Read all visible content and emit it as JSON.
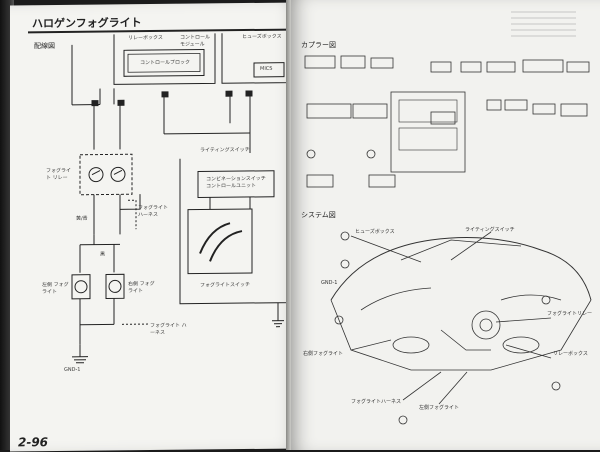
{
  "left_page": {
    "title": "ハロゲンフォグライト",
    "section_label": "配線図",
    "page_number": "2-96",
    "labels": {
      "relay_box": "リレーボックス",
      "control_module": "コントロール モジュール",
      "control_block": "コントロールブロック",
      "fuse_box": "ヒューズボックス",
      "lighting_switch": "ライティングスイッチ",
      "combination_switch_unit": "コンビネーションスイッチ コントロールユニット",
      "fog_light_switch": "フォグライトスイッチ",
      "fog_light_relay": "フォグライト リレー",
      "fog_light_harness": "フォグライト ハーネス",
      "left_fog_light": "左側 フォグライト",
      "right_fog_light": "右側 フォグライト",
      "gnd": "GND-1",
      "wire_yellow": "黄/青",
      "wire_black": "黒",
      "mics": "MICS"
    }
  },
  "right_page": {
    "coupler_title": "カプラー図",
    "system_title": "システム図",
    "system_labels": {
      "fuse_box": "ヒューズボックス",
      "lighting_switch": "ライティングスイッチ",
      "fog_light_relay": "フォグライトリレー",
      "relay_box": "リレーボックス",
      "right_fog_light": "右側フォグライト",
      "fog_light_harness": "フォグライトハーネス",
      "left_fog_light": "左側フォグライト",
      "gnd": "GND-1"
    }
  }
}
